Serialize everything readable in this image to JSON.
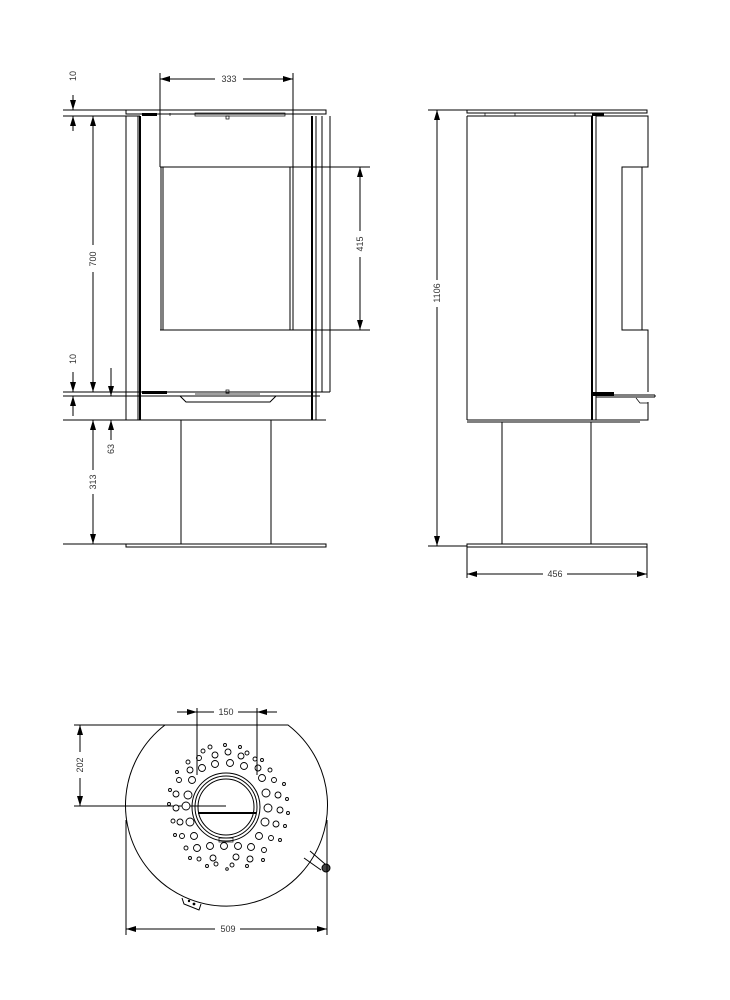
{
  "drawing": {
    "type": "technical-drawing",
    "subject": "pedestal wood stove",
    "units": "mm",
    "views": [
      {
        "name": "front-view",
        "dimensions": {
          "top_plate_thickness": "10",
          "glass_width": "333",
          "body_height": "700",
          "glass_height": "415",
          "bottom_plate_thickness": "10",
          "base_band_height": "63",
          "pedestal_height": "313"
        }
      },
      {
        "name": "side-view",
        "dimensions": {
          "total_height": "1106",
          "base_depth": "456"
        }
      },
      {
        "name": "top-view",
        "dimensions": {
          "flue_offset": "202",
          "flue_diameter": "150",
          "overall_width": "509"
        }
      }
    ]
  },
  "labels": {
    "d10_top": "10",
    "d333": "333",
    "d700": "700",
    "d415": "415",
    "d10_bottom": "10",
    "d63": "63",
    "d313": "313",
    "d1106": "1106",
    "d456": "456",
    "d150": "150",
    "d202": "202",
    "d509": "509"
  }
}
